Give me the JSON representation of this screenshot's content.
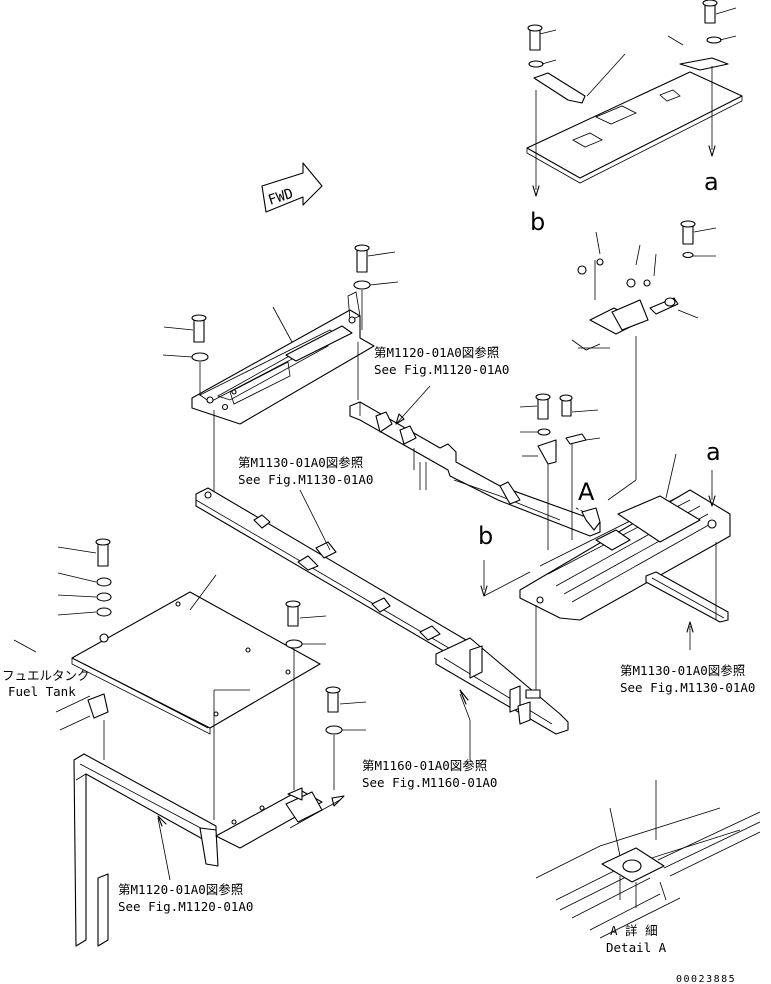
{
  "refs": [
    {
      "jp": "第M1120-01A0図参照",
      "en": "See Fig.M1120-01A0"
    },
    {
      "jp": "第M1130-01A0図参照",
      "en": "See Fig.M1130-01A0"
    },
    {
      "jp": "第M1130-01A0図参照",
      "en": "See Fig.M1130-01A0"
    },
    {
      "jp": "第M1160-01A0図参照",
      "en": "See Fig.M1160-01A0"
    },
    {
      "jp": "第M1120-01A0図参照",
      "en": "See Fig.M1120-01A0"
    }
  ],
  "fuel_tank": {
    "jp": "フュエルタンク",
    "en": "Fuel Tank"
  },
  "detail": {
    "jp": "A 詳 細",
    "en": "Detail A"
  },
  "markers": {
    "a": "a",
    "b": "b",
    "A": "A"
  },
  "fwd_label": "FWD",
  "drawing_code": "00023885"
}
